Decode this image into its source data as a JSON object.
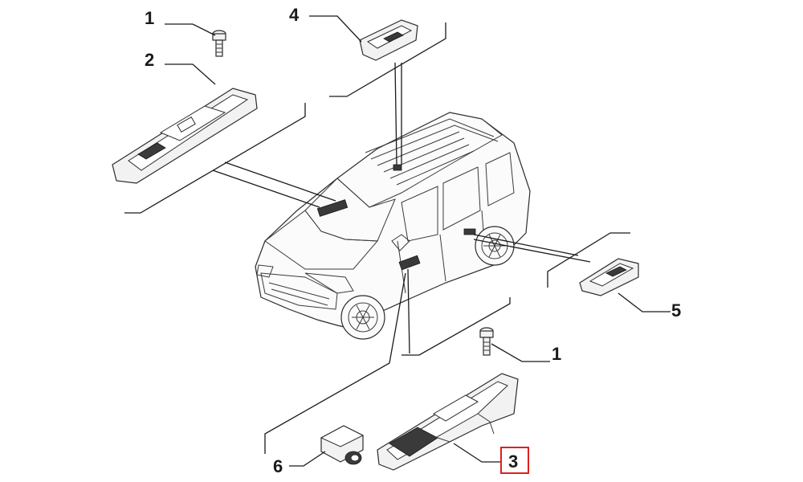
{
  "diagram": {
    "callouts": [
      {
        "id": "c1a",
        "label": "1"
      },
      {
        "id": "c2",
        "label": "2"
      },
      {
        "id": "c4",
        "label": "4"
      },
      {
        "id": "c5",
        "label": "5"
      },
      {
        "id": "c1b",
        "label": "1"
      },
      {
        "id": "c6",
        "label": "6"
      },
      {
        "id": "c3",
        "label": "3",
        "highlighted": true
      }
    ],
    "highlight_color": "#e02020",
    "line_color": "#1a1a1a"
  }
}
